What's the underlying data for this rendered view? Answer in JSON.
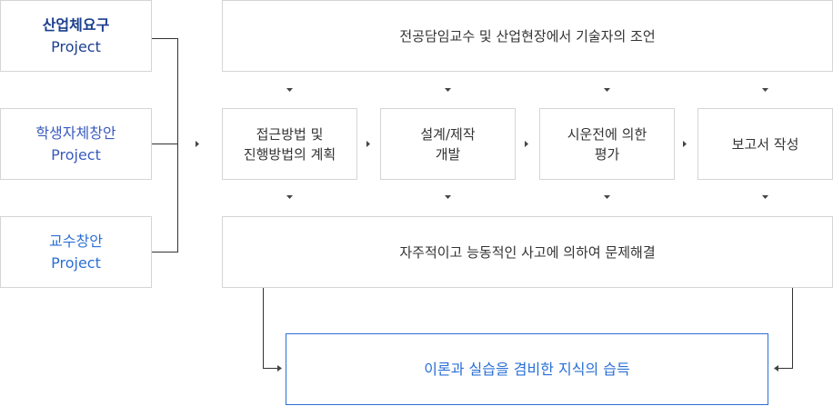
{
  "sources": [
    {
      "line1": "산업체요구",
      "line2": "Project"
    },
    {
      "line1": "학생자체창안",
      "line2": "Project"
    },
    {
      "line1": "교수창안",
      "line2": "Project"
    }
  ],
  "top_box": "전공담임교수 및 산업현장에서 기술자의 조언",
  "steps": [
    {
      "line1": "접근방법 및",
      "line2": "진행방법의 계획"
    },
    {
      "line1": "설계/제작",
      "line2": "개발"
    },
    {
      "line1": "시운전에 의한",
      "line2": "평가"
    },
    {
      "line1": "보고서 작성",
      "line2": ""
    }
  ],
  "bottom_box": "자주적이고 능동적인 사고에 의하여 문제해결",
  "final_box": "이론과 실습을 겸비한 지식의 습득",
  "colors": {
    "src1": "#1b3f8f",
    "src2": "#3a5bbf",
    "src3": "#2a6fd6",
    "final": "#2a6fd6",
    "border": "#d5d5d5"
  }
}
